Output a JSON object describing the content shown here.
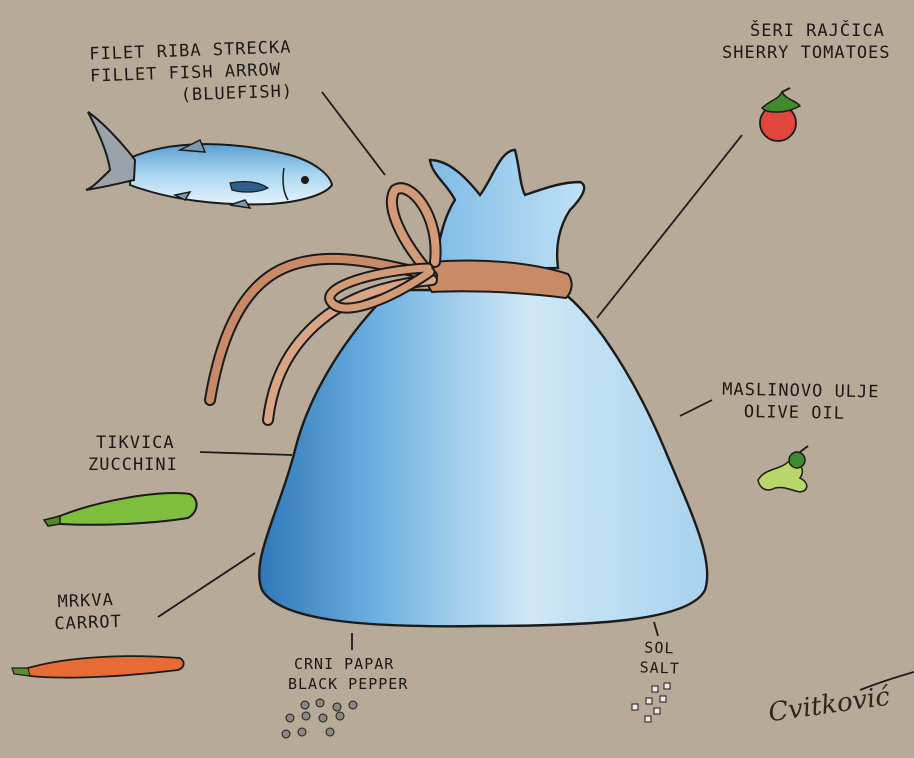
{
  "labels": {
    "fish": {
      "line1": "FILET RIBA STRECKA",
      "line2": "FILLET FISH ARROW",
      "line3": "(BLUEFISH)"
    },
    "tomatoes": {
      "line1": "ŠERI RAJČICA",
      "line2": "SHERRY TOMATOES"
    },
    "oil": {
      "line1": "MASLINOVO ULJE",
      "line2": "OLIVE OIL"
    },
    "zucchini": {
      "line1": "TIKVICA",
      "line2": "ZUCCHINI"
    },
    "carrot": {
      "line1": "MRKVA",
      "line2": "CARROT"
    },
    "pepper": {
      "line1": "CRNI PAPAR",
      "line2": "BLACK PEPPER"
    },
    "salt": {
      "line1": "SOL",
      "line2": "SALT"
    }
  },
  "signature": "Cvitković",
  "colors": {
    "paper": "#b8aa99",
    "bag": "#a9d4ef",
    "bag_shade": "#3f86c4",
    "string": "#c98a68",
    "fish": "#8fc6e6",
    "tomato": "#e0463c",
    "zucchini": "#7fbd3c",
    "carrot": "#e86a35",
    "oil": "#b9d66a"
  }
}
